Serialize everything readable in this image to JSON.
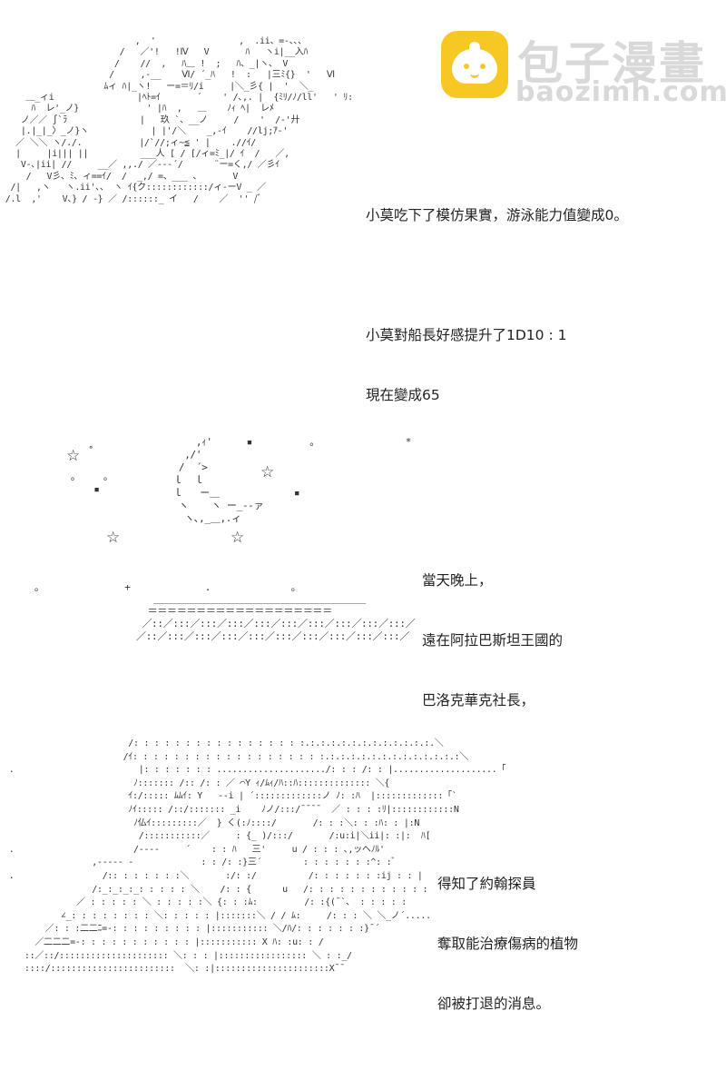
{
  "logo": {
    "title": "包子漫畫",
    "url": "baozimh.com"
  },
  "panel1": {
    "caption_line1": "小莫吃下了模仿果實，游泳能力值變成0。",
    "caption_line2": "小莫對船長好感提升了1D10 : 1",
    "caption_line3": "現在變成65"
  },
  "panel2": {
    "caption_line1": "當天晚上，",
    "caption_line2": "遠在阿拉巴斯坦王國的",
    "caption_line3": "巴洛克華克社長，"
  },
  "panel3": {
    "caption_line1": "得知了約翰探員",
    "caption_line2": "奪取能治療傷病的植物",
    "caption_line3": "卻被打退的消息。"
  },
  "colors": {
    "logo_yellow": "#f7c823",
    "logo_text": "#d9d9d9"
  }
}
